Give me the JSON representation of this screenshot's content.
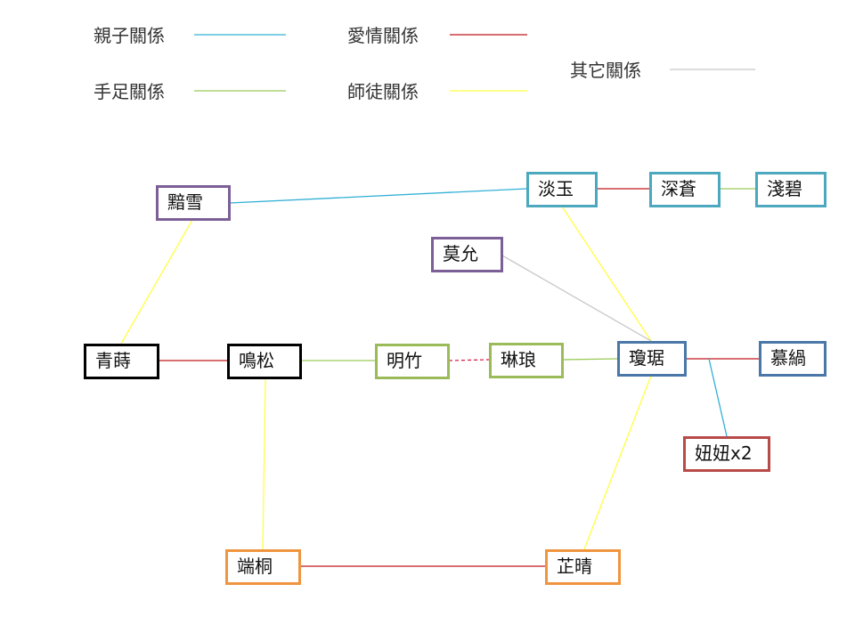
{
  "legend": [
    {
      "label": "親子關係",
      "color": "#31b0d5"
    },
    {
      "label": "愛情關係",
      "color": "#c0181f"
    },
    {
      "label": "手足關係",
      "color": "#9bcb59"
    },
    {
      "label": "師徒關係",
      "color": "#ffff44"
    },
    {
      "label": "其它關係",
      "color": "#c8c8c8"
    }
  ],
  "nodes": {
    "anxue": {
      "label": "黯雪",
      "color": "#7b5f96"
    },
    "danyu": {
      "label": "淡玉",
      "color": "#4ba8be"
    },
    "shencang": {
      "label": "深蒼",
      "color": "#4ba8be"
    },
    "qianbi": {
      "label": "淺碧",
      "color": "#4ba8be"
    },
    "moyun": {
      "label": "莫允",
      "color": "#7b5f96"
    },
    "qingshi": {
      "label": "青蒔",
      "color": "#000000"
    },
    "mingsong": {
      "label": "鳴松",
      "color": "#000000"
    },
    "mingzhu": {
      "label": "明竹",
      "color": "#9bbb59"
    },
    "linlang": {
      "label": "琳琅",
      "color": "#9bbb59"
    },
    "qiongju": {
      "label": "瓊琚",
      "color": "#4a77a8"
    },
    "mugua": {
      "label": "慕緺",
      "color": "#4a77a8"
    },
    "niuniu": {
      "label": "妞妞x2",
      "color": "#b84a48"
    },
    "duantong": {
      "label": "端桐",
      "color": "#f0953f"
    },
    "zhiqing": {
      "label": "芷晴",
      "color": "#f0953f"
    }
  },
  "edges": [
    {
      "from": "黯雪",
      "to": "淡玉",
      "type": "親子關係"
    },
    {
      "from": "黯雪",
      "to": "青蒔",
      "type": "師徒關係"
    },
    {
      "from": "淡玉",
      "to": "深蒼",
      "type": "愛情關係"
    },
    {
      "from": "深蒼",
      "to": "淺碧",
      "type": "手足關係"
    },
    {
      "from": "淡玉",
      "to": "瓊琚",
      "type": "師徒關係"
    },
    {
      "from": "莫允",
      "to": "瓊琚",
      "type": "其它關係"
    },
    {
      "from": "青蒔",
      "to": "鳴松",
      "type": "愛情關係"
    },
    {
      "from": "鳴松",
      "to": "明竹",
      "type": "手足關係"
    },
    {
      "from": "明竹",
      "to": "琳琅",
      "type": "愛情關係 (dashed)"
    },
    {
      "from": "琳琅",
      "to": "瓊琚",
      "type": "手足關係"
    },
    {
      "from": "瓊琚",
      "to": "慕緺",
      "type": "愛情關係"
    },
    {
      "from": "瓊琚",
      "to": "妞妞x2",
      "type": "親子關係"
    },
    {
      "from": "瓊琚",
      "to": "芷晴",
      "type": "師徒關係"
    },
    {
      "from": "鳴松",
      "to": "端桐",
      "type": "師徒關係"
    },
    {
      "from": "端桐",
      "to": "芷晴",
      "type": "愛情關係"
    }
  ]
}
